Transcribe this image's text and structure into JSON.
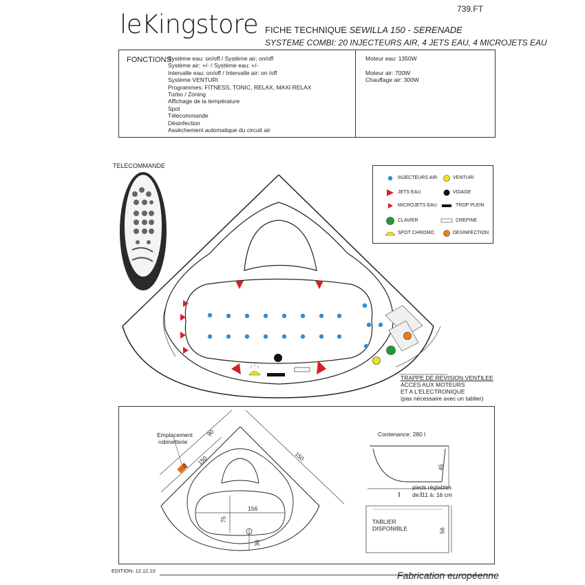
{
  "header": {
    "brand": "leKingstore",
    "reference": "739.FT",
    "fiche_prefix": "FICHE TECHNIQUE ",
    "fiche_model": "SEWILLA 150 - SERENADE",
    "systeme": "SYSTEME COMBI:   20 INJECTEURS AIR, 4 JETS EAU, 4 MICROJETS EAU"
  },
  "fonctions": {
    "label": "FONCTIONS:",
    "lines": [
      "Système eau: on/off  /   Système air: on/off",
      "Système air:  +/-  / Système eau:  +/-",
      "Intervalle eau: on/off / Intervalle air: on /off",
      "Système VENTURI",
      "Programmes: FITNESS, TONIC, RELAX, MAXI RELAX",
      "Turbo  /  Zoning",
      "Affichage de la température",
      "Spot",
      "Télécommande",
      "Désinfection",
      "Assèchement automatique du circuit air"
    ],
    "moteurs": [
      "Moteur eau:       1350W",
      "",
      "Moteur air:        700W",
      "Chauffage air: 300W"
    ]
  },
  "telecommande": "TELECOMMANDE",
  "legend": {
    "injecteurs_air": "INJECTEURS  AIR",
    "venturi": "VENTURI",
    "jets_eau": "JETS EAU",
    "vidage": "VIDAGE",
    "microjets_eau": "MICROJETS EAU",
    "trop_plein": "TROP PLEIN",
    "clavier": "CLAVIER",
    "crepine": "CREPINE",
    "spot_chromo": "SPOT CHROMO",
    "desinfection": "DESINFECTION"
  },
  "trappe": {
    "title": "TRAPPE DE REVISION VENTILEE",
    "line2": "ACCES AUX MOTEURS",
    "line3": "ET A L'ELECTRONIQUE",
    "line4": "(pas nécessaire avec un tablier)"
  },
  "dimensions": {
    "emplacement_1": "Emplacement",
    "emplacement_2": "robinetterie",
    "d90": "90",
    "d150a": "150",
    "d150b": "150",
    "d5": "5",
    "d156": "156",
    "d75": "75",
    "d30": "30",
    "contenance": "Contenance: 280 l",
    "d45": "45",
    "pieds_1": "pieds réglables",
    "pieds_2": "de: 11 à: 16 cm",
    "tablier_1": "TABLIER",
    "tablier_2": "DISPONIBLE",
    "d56": "56"
  },
  "footer": {
    "edition": "EDITION: 12.12.10",
    "fabrication": "Fabrication européenne"
  },
  "colors": {
    "injecteur": "#2e8fd8",
    "jet": "#d6202a",
    "clavier": "#1f9a3a",
    "venturi": "#f2e418",
    "desinfection": "#ef7d1a",
    "robinetterie": "#e07020"
  }
}
